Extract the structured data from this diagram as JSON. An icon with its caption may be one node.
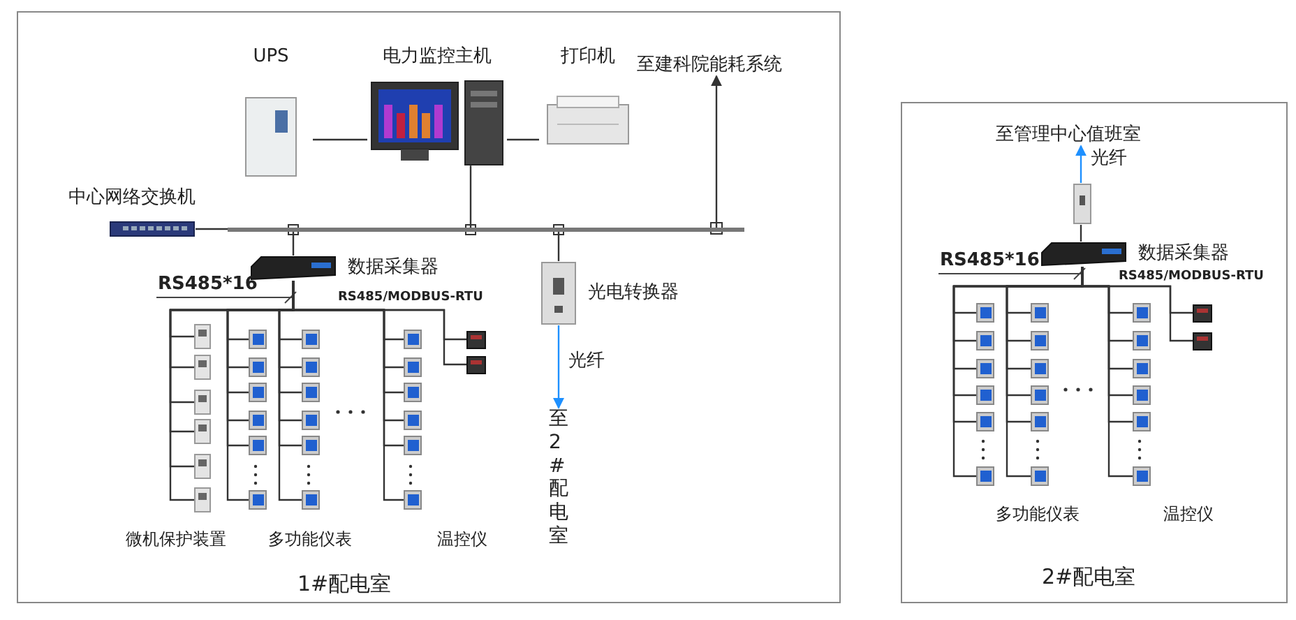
{
  "diagram": {
    "nodes": [
      {
        "text": [
          "1#配电室"
        ]
      },
      {
        "text": [
          "UPS"
        ],
        "in": 0
      },
      {
        "text": [
          "电力监控主机"
        ],
        "in": 0
      },
      {
        "text": [
          "打印机"
        ],
        "in": 0
      },
      {
        "text": [
          "至建科院能耗系统"
        ],
        "in": 0
      },
      {
        "text": [
          "中心网络交换机"
        ],
        "in": 0
      },
      {
        "text": [],
        "shape": "bar",
        "in": 0
      },
      {
        "text": [
          "数据采集器"
        ],
        "in": 0
      },
      {
        "text": [
          "光电转换器"
        ],
        "in": 0
      },
      {
        "text": [
          "至2#配电室"
        ],
        "in": 0
      },
      {
        "text": [],
        "shape": "picture",
        "in": 0
      },
      {
        "text": [],
        "shape": "picture",
        "in": 0
      },
      {
        "text": [],
        "shape": "picture",
        "in": 0
      },
      {
        "text": [],
        "shape": "picture",
        "in": 0
      },
      {
        "text": [],
        "shape": "picture",
        "in": 0
      },
      {
        "text": [],
        "shape": "picture",
        "in": 0
      },
      {
        "text": [],
        "shape": "picture",
        "in": 0
      },
      {
        "text": [],
        "shape": "picture",
        "in": 0
      },
      {
        "text": [],
        "shape": "picture",
        "in": 0
      },
      {
        "text": [],
        "shape": "picture",
        "in": 0
      },
      {
        "text": [],
        "shape": "picture",
        "in": 0
      },
      {
        "text": [],
        "shape": "picture",
        "in": 0
      },
      {
        "text": [],
        "shape": "picture",
        "in": 0
      },
      {
        "text": [],
        "shape": "picture",
        "in": 0
      },
      {
        "text": [],
        "shape": "picture",
        "in": 0
      },
      {
        "text": [],
        "shape": "picture",
        "in": 0
      },
      {
        "text": [],
        "shape": "picture",
        "in": 0
      },
      {
        "text": [],
        "shape": "picture",
        "in": 0
      },
      {
        "text": [],
        "shape": "picture",
        "in": 0
      },
      {
        "text": [],
        "shape": "picture",
        "in": 0
      },
      {
        "text": [],
        "shape": "picture",
        "in": 0
      },
      {
        "text": [],
        "shape": "picture",
        "in": 0
      },
      {
        "text": [],
        "shape": "picture",
        "in": 0
      },
      {
        "text": [],
        "shape": "picture",
        "in": 0
      },
      {
        "text": [],
        "shape": "picture",
        "in": 0
      },
      {
        "text": [],
        "shape": "picture",
        "in": 0
      },
      {
        "text": [
          "2#配电室"
        ]
      },
      {
        "text": [
          "至管理中心值班室"
        ],
        "in": 36
      },
      {
        "text": [],
        "shape": "picture",
        "in": 36
      },
      {
        "text": [
          "数据采集器"
        ],
        "in": 36
      },
      {
        "text": [],
        "shape": "picture",
        "in": 36
      },
      {
        "text": [],
        "shape": "picture",
        "in": 36
      },
      {
        "text": [],
        "shape": "picture",
        "in": 36
      },
      {
        "text": [],
        "shape": "picture",
        "in": 36
      },
      {
        "text": [],
        "shape": "picture",
        "in": 36
      },
      {
        "text": [],
        "shape": "picture",
        "in": 36
      },
      {
        "text": [],
        "shape": "picture",
        "in": 36
      },
      {
        "text": [],
        "shape": "picture",
        "in": 36
      },
      {
        "text": [],
        "shape": "picture",
        "in": 36
      },
      {
        "text": [],
        "shape": "picture",
        "in": 36
      },
      {
        "text": [],
        "shape": "picture",
        "in": 36
      },
      {
        "text": [],
        "shape": "picture",
        "in": 36
      },
      {
        "text": [],
        "shape": "picture",
        "in": 36
      },
      {
        "text": [],
        "shape": "picture",
        "in": 36
      },
      {
        "text": [],
        "shape": "picture",
        "in": 36
      },
      {
        "text": [],
        "shape": "picture",
        "in": 36
      },
      {
        "text": [],
        "shape": "picture",
        "in": 36
      },
      {
        "text": [],
        "shape": "picture",
        "in": 36
      },
      {
        "text": [],
        "shape": "picture",
        "in": 36
      },
      {
        "text": [],
        "shape": "picture",
        "in": 36
      }
    ],
    "edges": [
      {
        "from": 1,
        "to": 2,
        "arrow": "none"
      },
      {
        "from": 2,
        "to": 3,
        "arrow": "none"
      },
      {
        "from": 5,
        "to": 6,
        "arrow": "none"
      },
      {
        "from": 6,
        "to": 2,
        "arrow": "other"
      },
      {
        "from": 6,
        "to": 7,
        "arrow": "other"
      },
      {
        "from": 6,
        "to": 8,
        "arrow": "other"
      },
      {
        "from": 6,
        "to": 4,
        "arrow": "to"
      },
      {
        "from": 8,
        "to": 9,
        "arrow": "to",
        "label": "光纤",
        "color": "#1e90ff"
      },
      {
        "from": 7,
        "to": 10,
        "arrow": "none"
      },
      {
        "from": 7,
        "to": 11,
        "arrow": "none"
      },
      {
        "from": 7,
        "to": 12,
        "arrow": "none"
      },
      {
        "from": 7,
        "to": 13,
        "arrow": "none"
      },
      {
        "from": 7,
        "to": 14,
        "arrow": "none"
      },
      {
        "from": 7,
        "to": 15,
        "arrow": "none"
      },
      {
        "from": 7,
        "to": 16,
        "arrow": "none"
      },
      {
        "from": 7,
        "to": 17,
        "arrow": "none"
      },
      {
        "from": 7,
        "to": 18,
        "arrow": "none"
      },
      {
        "from": 7,
        "to": 19,
        "arrow": "none"
      },
      {
        "from": 7,
        "to": 20,
        "arrow": "none"
      },
      {
        "from": 7,
        "to": 21,
        "arrow": "none"
      },
      {
        "from": 7,
        "to": 22,
        "arrow": "none"
      },
      {
        "from": 7,
        "to": 23,
        "arrow": "none"
      },
      {
        "from": 7,
        "to": 24,
        "arrow": "none"
      },
      {
        "from": 7,
        "to": 25,
        "arrow": "none"
      },
      {
        "from": 7,
        "to": 26,
        "arrow": "none"
      },
      {
        "from": 7,
        "to": 27,
        "arrow": "none"
      },
      {
        "from": 7,
        "to": 28,
        "arrow": "none"
      },
      {
        "from": 7,
        "to": 29,
        "arrow": "none"
      },
      {
        "from": 7,
        "to": 30,
        "arrow": "none"
      },
      {
        "from": 7,
        "to": 31,
        "arrow": "none"
      },
      {
        "from": 7,
        "to": 32,
        "arrow": "none"
      },
      {
        "from": 7,
        "to": 33,
        "arrow": "none"
      },
      {
        "from": 7,
        "to": 34,
        "arrow": "none"
      },
      {
        "from": 7,
        "to": 35,
        "arrow": "none"
      },
      {
        "from": 38,
        "to": 37,
        "arrow": "to",
        "label": "光纤",
        "color": "#1e90ff"
      },
      {
        "from": 39,
        "to": 38,
        "arrow": "none"
      },
      {
        "from": 39,
        "to": 40,
        "arrow": "none"
      },
      {
        "from": 39,
        "to": 41,
        "arrow": "none"
      },
      {
        "from": 39,
        "to": 42,
        "arrow": "none"
      },
      {
        "from": 39,
        "to": 43,
        "arrow": "none"
      },
      {
        "from": 39,
        "to": 44,
        "arrow": "none"
      },
      {
        "from": 39,
        "to": 45,
        "arrow": "none"
      },
      {
        "from": 39,
        "to": 46,
        "arrow": "none"
      },
      {
        "from": 39,
        "to": 47,
        "arrow": "none"
      },
      {
        "from": 39,
        "to": 48,
        "arrow": "none"
      },
      {
        "from": 39,
        "to": 49,
        "arrow": "none"
      },
      {
        "from": 39,
        "to": 50,
        "arrow": "none"
      },
      {
        "from": 39,
        "to": 51,
        "arrow": "none"
      },
      {
        "from": 39,
        "to": 52,
        "arrow": "none"
      },
      {
        "from": 39,
        "to": 53,
        "arrow": "none"
      },
      {
        "from": 39,
        "to": 54,
        "arrow": "none"
      },
      {
        "from": 39,
        "to": 55,
        "arrow": "none"
      },
      {
        "from": 39,
        "to": 56,
        "arrow": "none"
      },
      {
        "from": 39,
        "to": 57,
        "arrow": "none"
      },
      {
        "from": 39,
        "to": 58,
        "arrow": "none"
      },
      {
        "from": 39,
        "to": 59,
        "arrow": "none"
      }
    ],
    "labels": [
      "RS485*16",
      "RS485/MODBUS-RTU",
      "微机保护装置",
      "多功能仪表",
      "温控仪",
      "RS485*16",
      "RS485/MODBUS-RTU",
      "多功能仪表",
      "温控仪"
    ]
  }
}
